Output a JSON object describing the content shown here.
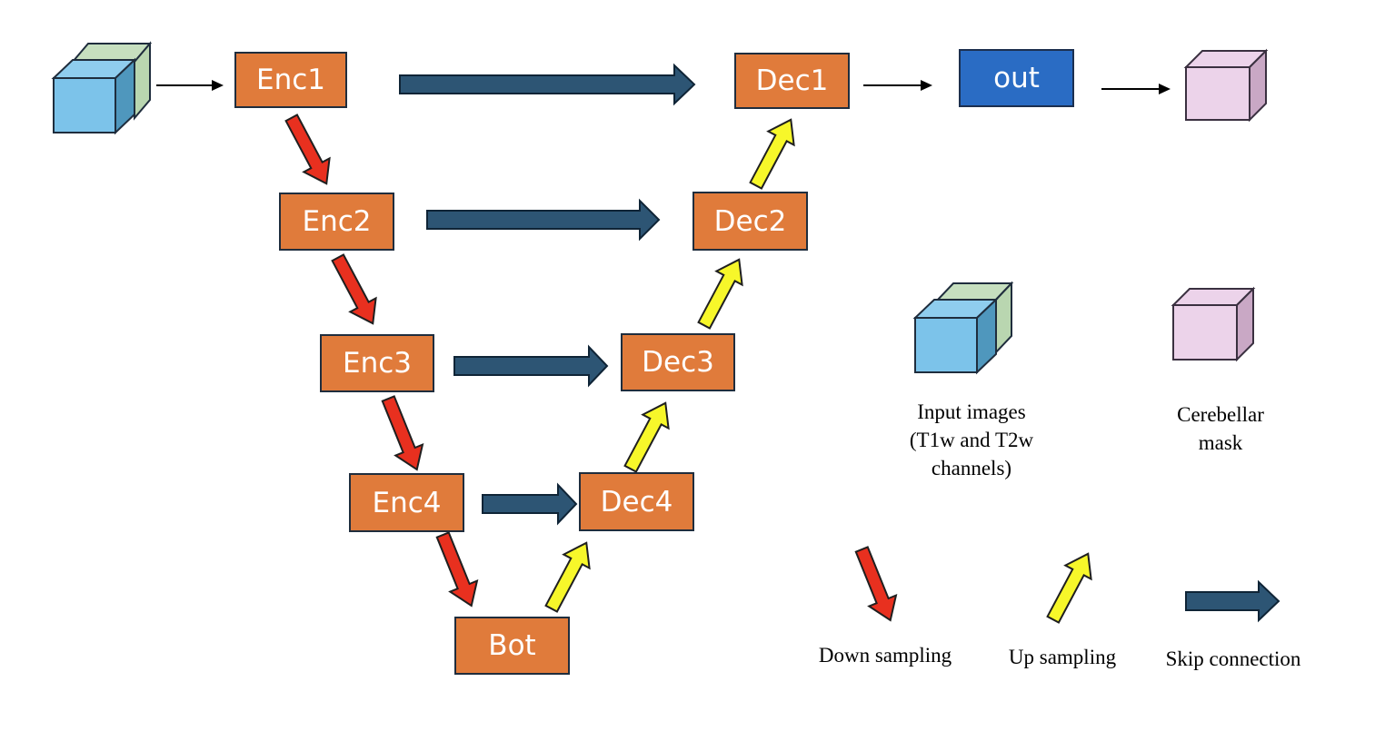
{
  "nodes": {
    "enc1": "Enc1",
    "enc2": "Enc2",
    "enc3": "Enc3",
    "enc4": "Enc4",
    "bot": "Bot",
    "dec1": "Dec1",
    "dec2": "Dec2",
    "dec3": "Dec3",
    "dec4": "Dec4",
    "out": "out"
  },
  "legend": {
    "input_line1": "Input images",
    "input_line2": "(T1w and T2w",
    "input_line3": "channels)",
    "mask_line1": "Cerebellar",
    "mask_line2": "mask",
    "down": "Down sampling",
    "up": "Up sampling",
    "skip": "Skip connection"
  },
  "colors": {
    "block": "#e07b3b",
    "out_block": "#2a6cc4",
    "down_arrow": "#e8301f",
    "up_arrow": "#f7f72a",
    "skip_arrow": "#2d5574",
    "input_cube_front": "#7cc3ea",
    "input_cube_back": "#c6dfbf",
    "mask_cube": "#ecd3ea"
  }
}
